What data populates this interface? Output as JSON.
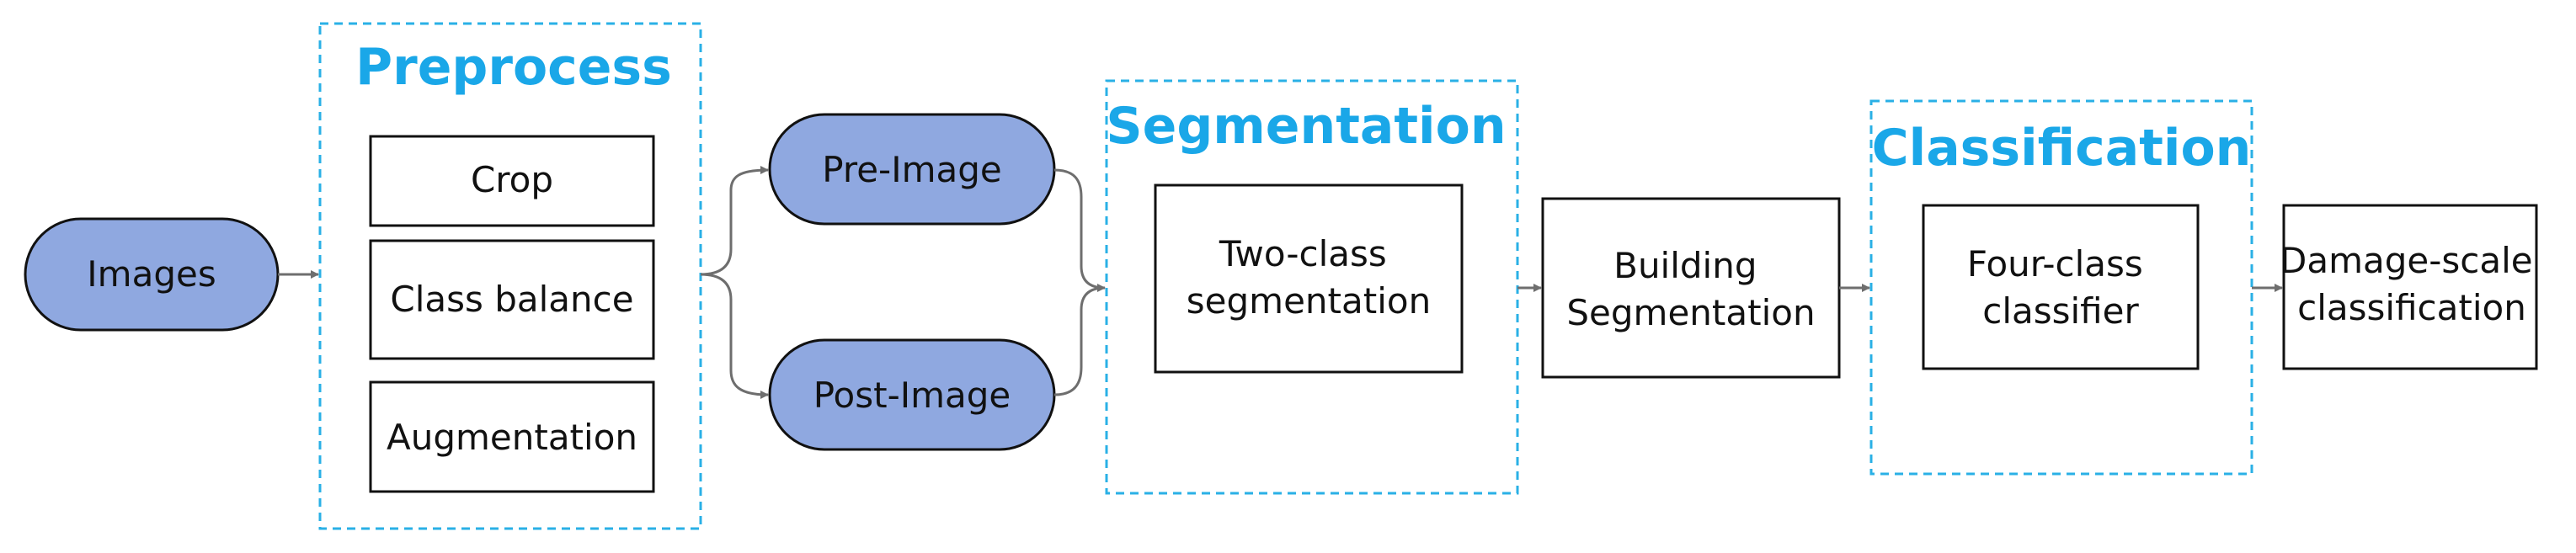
{
  "colors": {
    "pill_fill": "#8fa8e0",
    "group_border": "#2ab0e6",
    "group_title": "#1aa7e8",
    "connector": "#6e6e6e"
  },
  "nodes": {
    "images": "Images",
    "crop": "Crop",
    "class_balance": "Class balance",
    "augmentation": "Augmentation",
    "pre_image": "Pre-Image",
    "post_image": "Post-Image",
    "two_class_seg": [
      "Two-class",
      "segmentation"
    ],
    "building_seg": [
      "Building",
      "Segmentation"
    ],
    "four_class": [
      "Four-class",
      "classifier"
    ],
    "damage_scale": [
      "Damage-scale",
      "classification"
    ]
  },
  "groups": {
    "preprocess": "Preprocess",
    "segmentation": "Segmentation",
    "classification": "Classification"
  }
}
